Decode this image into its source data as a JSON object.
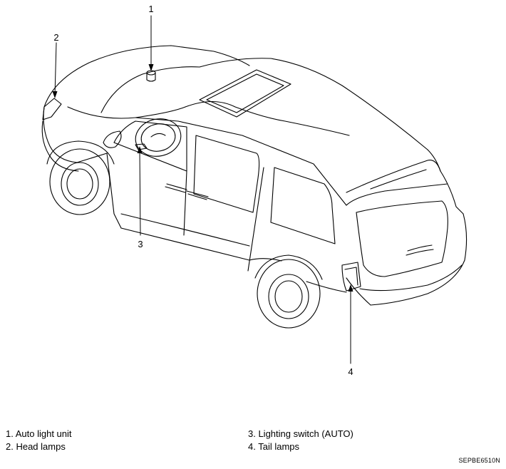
{
  "callouts": {
    "c1": "1",
    "c2": "2",
    "c3": "3",
    "c4": "4"
  },
  "legend": {
    "item1": "1. Auto light unit",
    "item2": "2. Head lamps",
    "item3": "3. Lighting switch (AUTO)",
    "item4": "4. Tail lamps"
  },
  "figure_code": "SEPBE6510N"
}
